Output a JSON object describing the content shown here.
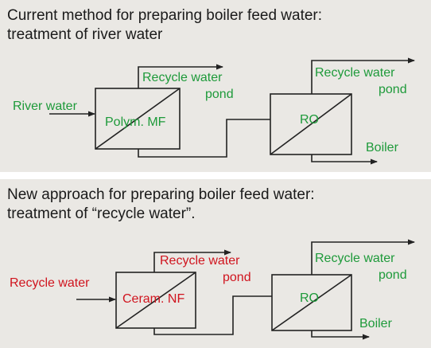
{
  "colors": {
    "panel_bg": "#eae8e4",
    "green_label": "#1e9a3a",
    "red_label": "#d0141e",
    "line": "#222222",
    "heading": "#1a1a1a"
  },
  "current_method": {
    "heading_line1": "Current method for preparing boiler feed water:",
    "heading_line2": "treatment of river water",
    "inlet_label": "River water",
    "filter_label": "Polym. MF",
    "recycle_label_line1": "Recycle water",
    "recycle_label_line2": "pond",
    "ro_label": "RO",
    "ro_recycle_line1": "Recycle water",
    "ro_recycle_line2": "pond",
    "outlet_label": "Boiler"
  },
  "new_approach": {
    "heading_line1": "New approach for preparing boiler feed water:",
    "heading_line2": "treatment of “recycle water”.",
    "inlet_label": "Recycle water",
    "filter_label": "Ceram. NF",
    "recycle_label_line1": "Recycle water",
    "recycle_label_line2": "pond",
    "ro_label": "RO",
    "ro_recycle_line1": "Recycle water",
    "ro_recycle_line2": "pond",
    "outlet_label": "Boiler"
  }
}
